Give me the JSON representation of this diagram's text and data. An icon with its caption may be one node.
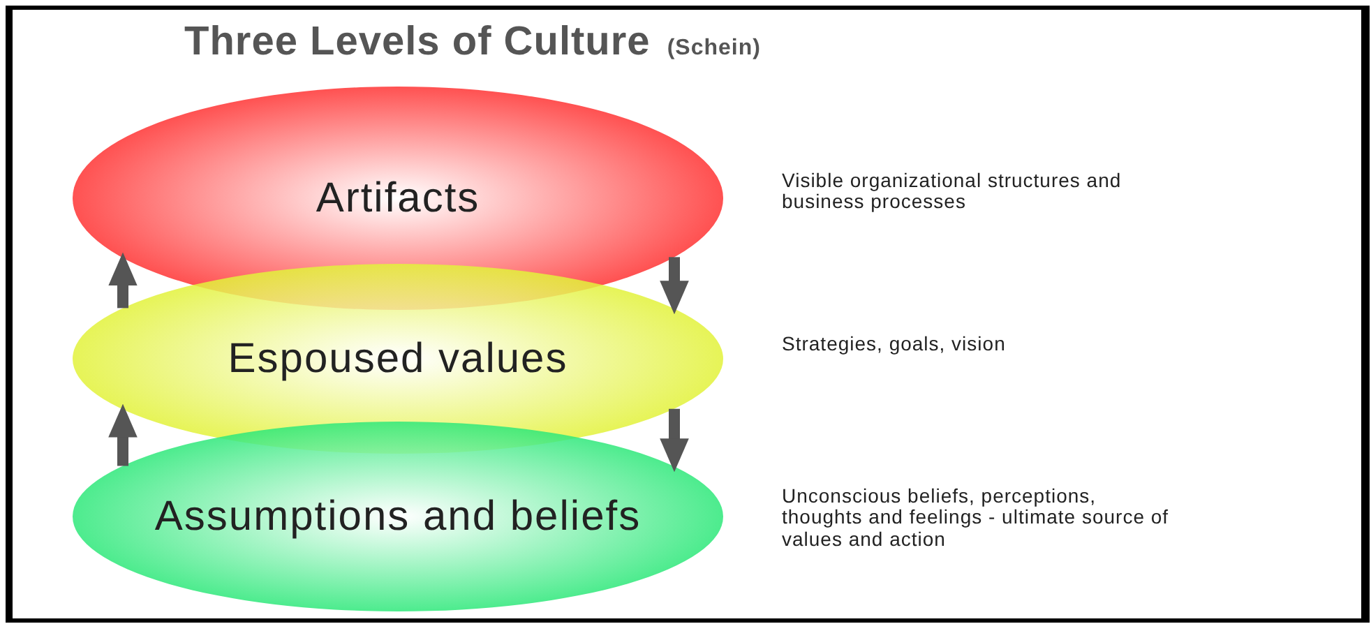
{
  "diagram": {
    "title": "Three Levels of Culture",
    "nodes": [
      {
        "text": [
          "Artifacts"
        ],
        "beside": [
          "Visible organizational structures and business processes"
        ]
      },
      {
        "text": [
          "Espoused values"
        ],
        "beside": [
          "Strategies, goals, vision"
        ]
      },
      {
        "text": [
          "Assumptions and beliefs"
        ],
        "beside": [
          "Unconscious beliefs, perceptions, thoughts and feelings - ultimate source of values and action"
        ]
      }
    ],
    "edges": [
      {
        "from": 1,
        "to": 0,
        "arrow": "to"
      },
      {
        "from": 0,
        "to": 1,
        "arrow": "to"
      },
      {
        "from": 2,
        "to": 1,
        "arrow": "to"
      },
      {
        "from": 1,
        "to": 2,
        "arrow": "to"
      }
    ],
    "labels": [
      "(Schein)"
    ]
  }
}
